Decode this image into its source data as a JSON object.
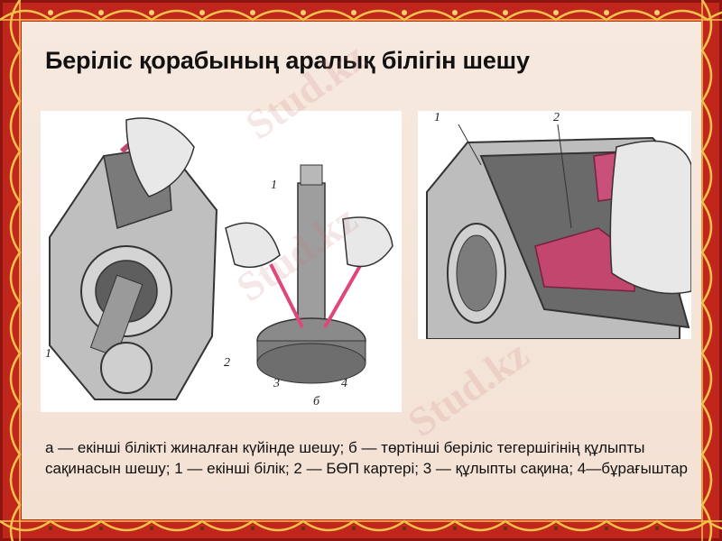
{
  "slide": {
    "title": "Беріліс қорабының аралық білігін шешу",
    "caption": "а — екінші білікті жиналған күйінде шешу; б — төртінші беріліс тегершігінің құлыпты сақинасын шешу; 1 — екінші білік; 2 — БӨП картері; 3 — құлыпты сақина; 4—бұрағыштар",
    "figure_left": {
      "labels": [
        "1",
        "2",
        "1",
        "3",
        "4",
        "б"
      ],
      "description": "Gearbox housing disassembly and shaft with gear being pried off with screwdrivers"
    },
    "figure_right": {
      "labels": [
        "1",
        "2"
      ],
      "description": "Gearbox housing interior with hand removing pink gear block"
    },
    "watermark": "Stud.kz"
  },
  "colors": {
    "frame_red": "#c0261c",
    "frame_gold": "#f2c24a",
    "slide_bg": "#f6e6da",
    "accent_pink": "#e0467a"
  }
}
